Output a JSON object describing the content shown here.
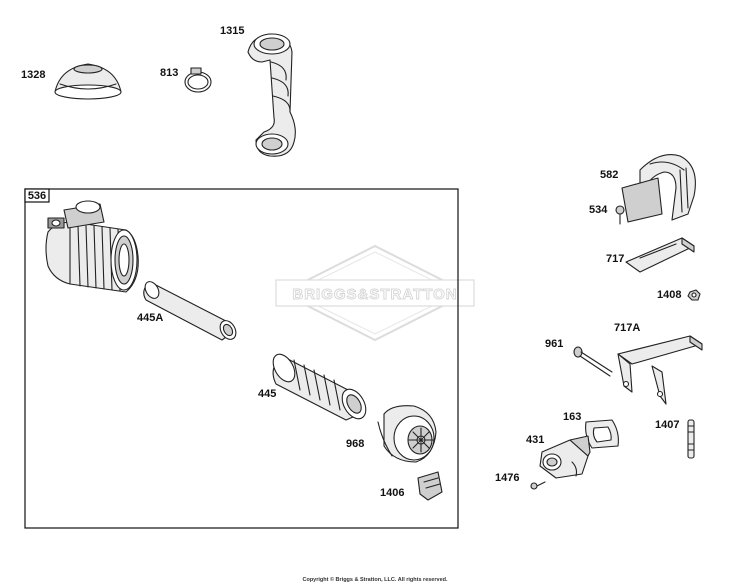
{
  "watermark": {
    "brand_text": "BRIGGS&STRATTON"
  },
  "copyright": "Copyright © Briggs & Stratton, LLC. All rights reserved.",
  "assembly_box": {
    "label": "536"
  },
  "part_labels": {
    "p1328": "1328",
    "p813": "813",
    "p1315": "1315",
    "p445A": "445A",
    "p445": "445",
    "p968": "968",
    "p1406": "1406",
    "p582": "582",
    "p534": "534",
    "p717": "717",
    "p1408": "1408",
    "p961": "961",
    "p717A": "717A",
    "p163": "163",
    "p431": "431",
    "p1407": "1407",
    "p1476": "1476"
  }
}
